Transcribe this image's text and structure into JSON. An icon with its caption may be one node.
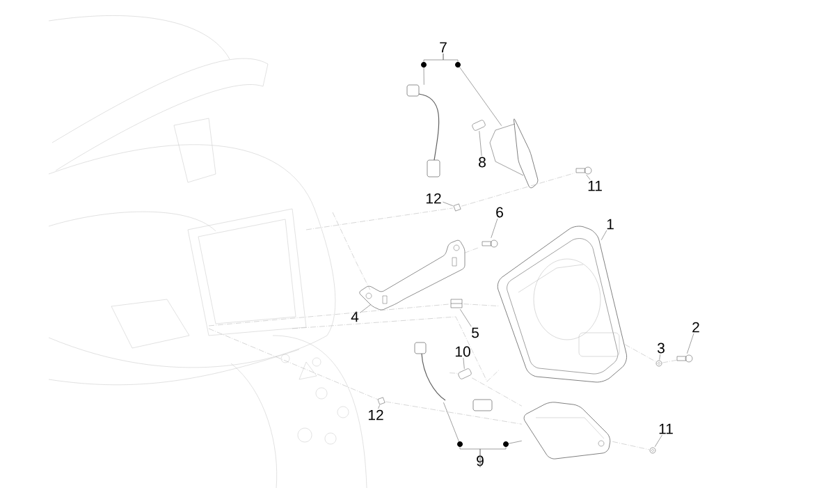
{
  "diagram": {
    "nodes": [
      {
        "text": [
          "1"
        ]
      },
      {
        "text": [
          "2"
        ]
      },
      {
        "text": [
          "3"
        ]
      },
      {
        "text": [
          "4"
        ]
      },
      {
        "text": [
          "5"
        ]
      },
      {
        "text": [
          "6"
        ]
      },
      {
        "text": [
          "7"
        ]
      },
      {
        "text": [
          "8"
        ]
      },
      {
        "text": [
          "9"
        ]
      },
      {
        "text": [
          "10"
        ]
      },
      {
        "text": [
          "11"
        ]
      },
      {
        "text": [
          "11"
        ]
      },
      {
        "text": [
          "12"
        ]
      },
      {
        "text": [
          "12"
        ]
      },
      {
        "text": [],
        "shape": "picture"
      },
      {
        "text": [],
        "shape": "picture"
      },
      {
        "text": [],
        "shape": "picture"
      },
      {
        "text": [],
        "shape": "picture"
      },
      {
        "text": [],
        "shape": "picture"
      },
      {
        "text": [],
        "shape": "picture"
      },
      {
        "text": [],
        "shape": "picture"
      },
      {
        "text": [],
        "shape": "picture"
      },
      {
        "text": [],
        "shape": "picture"
      },
      {
        "text": [],
        "shape": "picture"
      },
      {
        "text": [],
        "shape": "picture"
      },
      {
        "text": [],
        "shape": "picture"
      },
      {
        "text": [],
        "shape": "picture"
      },
      {
        "text": [],
        "shape": "picture"
      },
      {
        "text": [],
        "shape": "picture"
      },
      {
        "text": [],
        "shape": "picture"
      }
    ],
    "edges": [
      {
        "from": 0,
        "to": 14,
        "arrow": "none"
      },
      {
        "from": 1,
        "to": 15,
        "arrow": "none"
      },
      {
        "from": 2,
        "to": 16,
        "arrow": "none"
      },
      {
        "from": 3,
        "to": 17,
        "arrow": "none"
      },
      {
        "from": 4,
        "to": 18,
        "arrow": "none"
      },
      {
        "from": 5,
        "to": 19,
        "arrow": "none"
      },
      {
        "from": 6,
        "to": 20,
        "arrow": "none"
      },
      {
        "from": 6,
        "to": 21,
        "arrow": "none"
      },
      {
        "from": 7,
        "to": 22,
        "arrow": "none"
      },
      {
        "from": 8,
        "to": 23,
        "arrow": "none"
      },
      {
        "from": 8,
        "to": 24,
        "arrow": "none"
      },
      {
        "from": 9,
        "to": 25,
        "arrow": "none"
      },
      {
        "from": 10,
        "to": 26,
        "arrow": "none"
      },
      {
        "from": 11,
        "to": 27,
        "arrow": "none"
      },
      {
        "from": 12,
        "to": 28,
        "arrow": "none"
      },
      {
        "from": 13,
        "to": 29,
        "arrow": "none"
      },
      {
        "from": null,
        "to": 28,
        "arrow": "none",
        "style": "dashed"
      },
      {
        "from": 28,
        "to": 26,
        "arrow": "none",
        "style": "dashed"
      },
      {
        "from": null,
        "to": 17,
        "arrow": "none",
        "style": "dashed"
      },
      {
        "from": 17,
        "to": 19,
        "arrow": "none",
        "style": "dashed"
      },
      {
        "from": null,
        "to": 18,
        "arrow": "none",
        "style": "dashed"
      },
      {
        "from": 18,
        "to": 14,
        "arrow": "none",
        "style": "dashed"
      },
      {
        "from": null,
        "to": 29,
        "arrow": "none",
        "style": "dashed"
      },
      {
        "from": 29,
        "to": 24,
        "arrow": "none",
        "style": "dashed"
      },
      {
        "from": 24,
        "to": 27,
        "arrow": "none",
        "style": "dashed"
      },
      {
        "from": 14,
        "to": 16,
        "arrow": "none",
        "style": "dashed"
      },
      {
        "from": 16,
        "to": 15,
        "arrow": "none",
        "style": "dashed"
      },
      {
        "from": 23,
        "to": 25,
        "arrow": "none",
        "style": "dashed"
      },
      {
        "from": 25,
        "to": 24,
        "arrow": "none",
        "style": "dashed"
      },
      {
        "from": null,
        "to": 14,
        "arrow": "none",
        "style": "dashed"
      }
    ]
  }
}
